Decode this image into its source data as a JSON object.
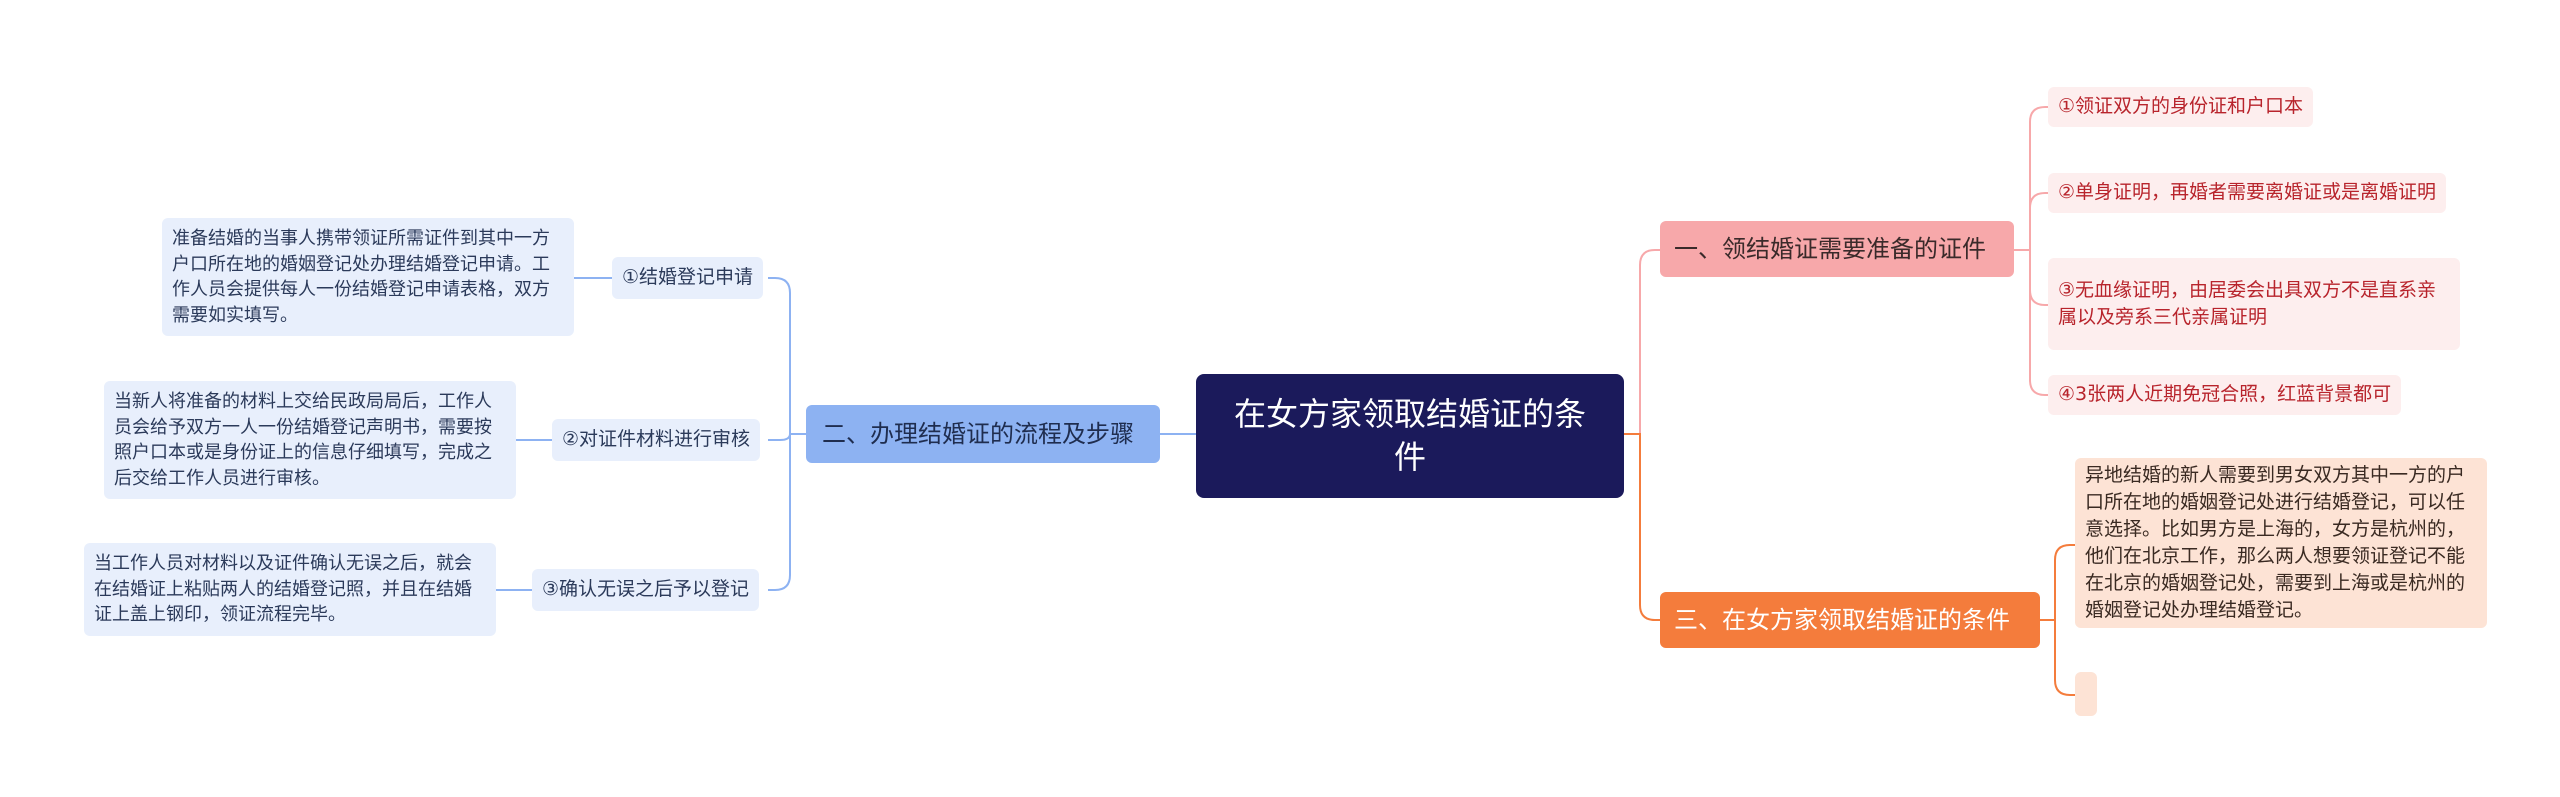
{
  "root": {
    "title": "在女方家领取结婚证的条件"
  },
  "branch_process": {
    "label": "二、办理结婚证的流程及步骤",
    "steps": [
      {
        "label": "①结婚登记申请",
        "detail": "准备结婚的当事人携带领证所需证件到其中一方户口所在地的婚姻登记处办理结婚登记申请。工作人员会提供每人一份结婚登记申请表格，双方需要如实填写。"
      },
      {
        "label": "②对证件材料进行审核",
        "detail": "当新人将准备的材料上交给民政局局后，工作人员会给予双方一人一份结婚登记声明书，需要按照户口本或是身份证上的信息仔细填写，完成之后交给工作人员进行审核。"
      },
      {
        "label": "③确认无误之后予以登记",
        "detail": "当工作人员对材料以及证件确认无误之后，就会在结婚证上粘贴两人的结婚登记照，并且在结婚证上盖上钢印，领证流程完毕。"
      }
    ]
  },
  "branch_docs": {
    "label": "一、领结婚证需要准备的证件",
    "items": [
      "①领证双方的身份证和户口本",
      "②单身证明，再婚者需要离婚证或是离婚证明",
      "③无血缘证明，由居委会出具双方不是直系亲属以及旁系三代亲属证明",
      "④3张两人近期免冠合照，红蓝背景都可"
    ]
  },
  "branch_conditions": {
    "label": "三、在女方家领取结婚证的条件",
    "detail": "异地结婚的新人需要到男女双方其中一方的户口所在地的婚姻登记处进行结婚登记，可以任意选择。比如男方是上海的，女方是杭州的，他们在北京工作，那么两人想要领证登记不能在北京的婚姻登记处，需要到上海或是杭州的婚姻登记处办理结婚登记。",
    "extra": ""
  },
  "colors": {
    "root": "#1b1a5b",
    "blue": "#8db2f2",
    "pink": "#f7a8aa",
    "orange": "#f47c3c",
    "pink_text": "#b8242c"
  }
}
